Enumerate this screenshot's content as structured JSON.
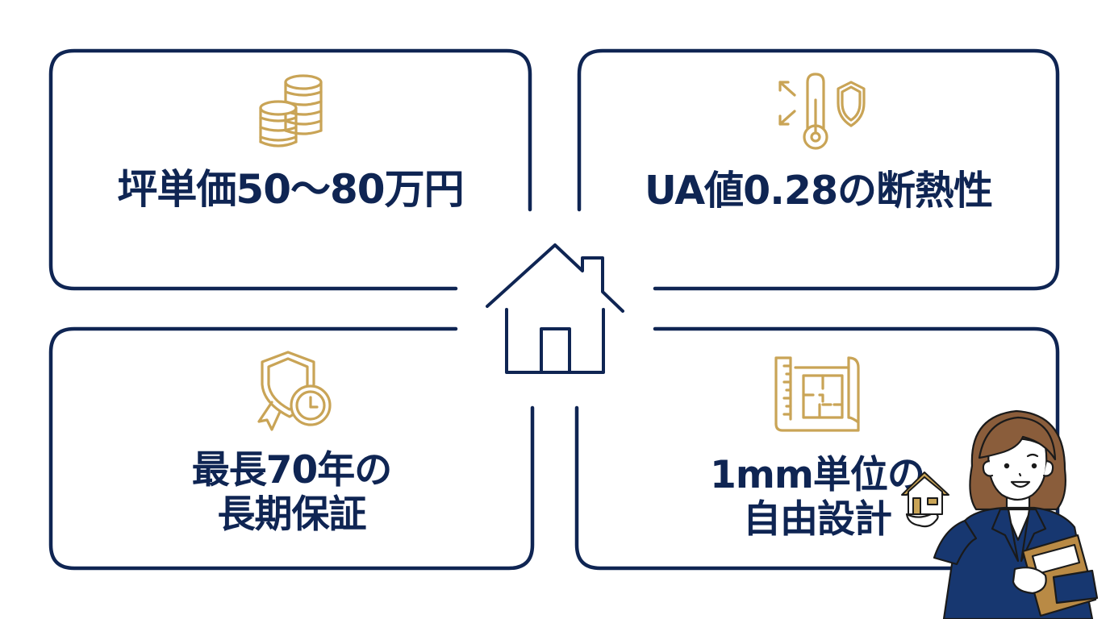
{
  "colors": {
    "navy": "#0f2553",
    "gold": "#c9a456",
    "hair": "#8a5d3b",
    "suit": "#173770",
    "background": "#ffffff"
  },
  "center": {
    "icon": "house-icon"
  },
  "features": [
    {
      "id": "price",
      "icon": "coin-stack-icon",
      "lines": [
        "坪単価50〜80万円"
      ]
    },
    {
      "id": "insulation",
      "icon": "thermometer-shield-icon",
      "lines": [
        "UA値0.28の断熱性"
      ]
    },
    {
      "id": "warranty",
      "icon": "shield-clock-badge-icon",
      "lines": [
        "最長70年の",
        "長期保証"
      ]
    },
    {
      "id": "design",
      "icon": "blueprint-ruler-icon",
      "lines": [
        "1mm単位の",
        "自由設計"
      ]
    }
  ],
  "illustration": {
    "subject": "woman-in-suit-holding-house-model-and-brochure"
  }
}
